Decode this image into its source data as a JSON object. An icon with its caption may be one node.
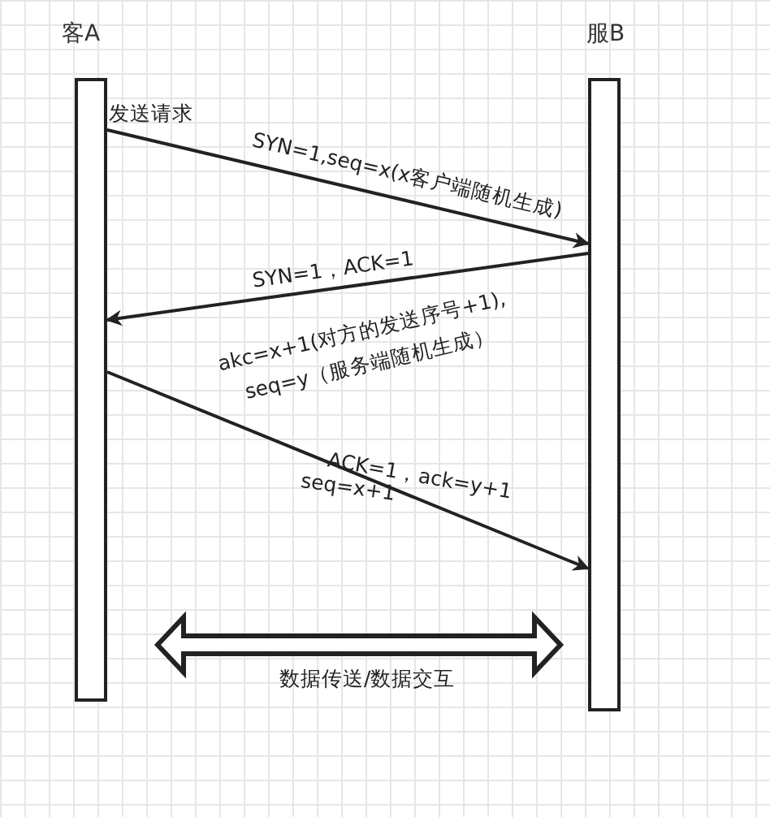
{
  "diagram": {
    "nodes": [
      {
        "text": [
          "客A"
        ]
      },
      {
        "text": [
          "服B"
        ]
      }
    ],
    "edges": [
      {
        "from": 0,
        "to": 1,
        "arrow": "to",
        "label": "SYN=1,seq=x(x客户端随机生成)"
      },
      {
        "from": 1,
        "to": 0,
        "arrow": "to",
        "label": "SYN=1，ACK=1"
      },
      {
        "from": 0,
        "to": 1,
        "arrow": "to",
        "label": "ACK=1，ack=y+1"
      },
      {
        "from": 0,
        "to": 1,
        "arrow": "both",
        "style": "thick",
        "label": "数据传送/数据交互"
      }
    ],
    "labels": [
      "发送请求",
      "akc=x+1(对方的发送序号+1),",
      "seq=y（服务端随机生成）",
      "seq=x+1"
    ]
  }
}
